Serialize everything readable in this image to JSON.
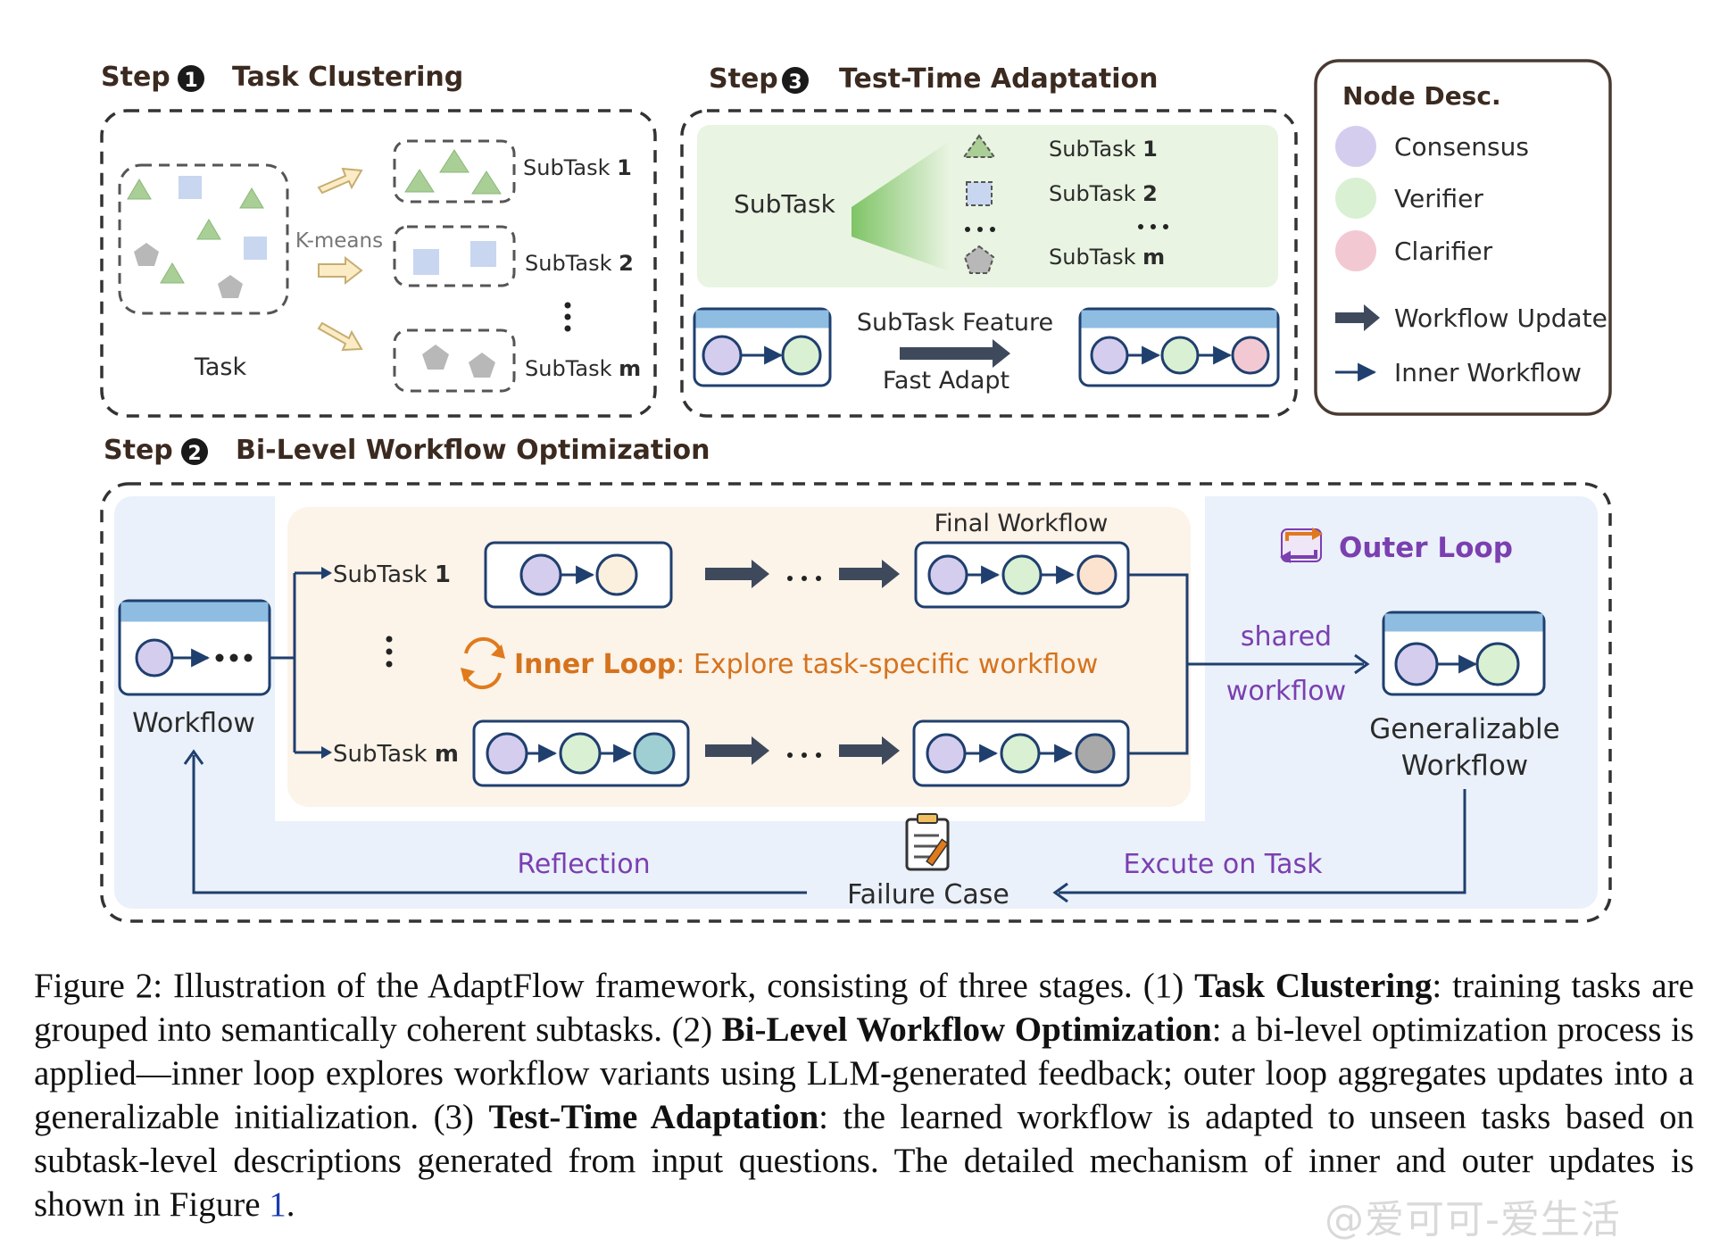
{
  "colors": {
    "consensus": "#d5cdee",
    "verifier": "#d9f0d2",
    "clarifier": "#f2c9d3",
    "cream": "#fbf0dd",
    "teal": "#9fcfd3",
    "gray_node": "#a9a9a9",
    "peach": "#fbe3d0",
    "navy": "#1f3f6e",
    "purple_text": "#7b3fb0",
    "orange_text": "#d5731d",
    "panel_blue": "#eaf1fa",
    "panel_green": "#e9f4e2",
    "panel_cream": "#fcf3e9",
    "bar_blue": "#8fbde2"
  },
  "step1": {
    "label": "Step",
    "num": "1",
    "title": "Task Clustering",
    "kmeans": "K-means",
    "task": "Task",
    "subtasks": [
      {
        "prefix": "SubTask ",
        "id": "1"
      },
      {
        "prefix": "SubTask ",
        "id": "2"
      },
      {
        "prefix": "SubTask ",
        "id": "m"
      }
    ]
  },
  "step3": {
    "label": "Step",
    "num": "3",
    "title": "Test-Time Adaptation",
    "subtask": "SubTask",
    "list": [
      {
        "prefix": "SubTask ",
        "id": "1"
      },
      {
        "prefix": "SubTask ",
        "id": "2"
      },
      {
        "prefix": "SubTask ",
        "id": "m"
      }
    ],
    "feature": "SubTask Feature",
    "adapt": "Fast Adapt"
  },
  "legend": {
    "title": "Node Desc.",
    "items": [
      "Consensus",
      "Verifier",
      "Clarifier"
    ],
    "workflow_update": "Workflow Update",
    "inner_workflow": "Inner Workflow"
  },
  "step2": {
    "label": "Step",
    "num": "2",
    "title": "Bi-Level Workflow Optimization",
    "workflow": "Workflow",
    "final_workflow": "Final Workflow",
    "sub1": {
      "prefix": "SubTask ",
      "id": "1"
    },
    "subm": {
      "prefix": "SubTask ",
      "id": "m"
    },
    "inner_loop": "Inner Loop",
    "inner_loop_desc": ": Explore task-specific workflow",
    "outer_loop": "Outer Loop",
    "shared": "shared",
    "workflow_word": "workflow",
    "gen1": "Generalizable",
    "gen2": "Workflow",
    "reflection": "Reflection",
    "failure": "Failure Case",
    "excute": "Excute on Task"
  },
  "caption": {
    "p1": "Figure 2: Illustration of the AdaptFlow framework, consisting of three stages. (1) ",
    "b1": "Task Clustering",
    "p2": ": training tasks are grouped into semantically coherent subtasks. (2) ",
    "b2": "Bi-Level Workflow Optimization",
    "p3": ": a bi-level optimization process is applied—inner loop explores workflow variants using LLM-generated feedback; outer loop aggregates updates into a generalizable initialization. (3) ",
    "b3": "Test-Time Adaptation",
    "p4": ": the learned workflow is adapted to unseen tasks based on subtask-level descriptions generated from input questions. The detailed mechanism of inner and outer updates is shown in Figure ",
    "ref": "1",
    "p5": "."
  },
  "watermark": "@爱可可-爱生活"
}
